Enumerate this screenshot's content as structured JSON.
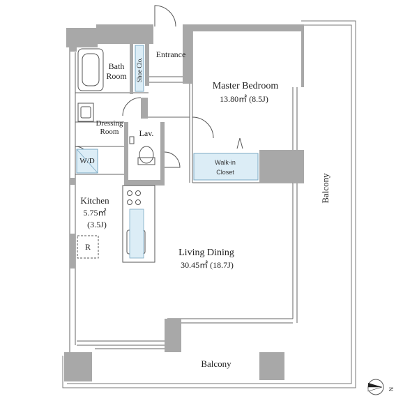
{
  "rooms": {
    "bath": {
      "line1": "Bath",
      "line2": "Room"
    },
    "shoe_closet": {
      "label": "Shoe Clo."
    },
    "entrance": {
      "label": "Entrance"
    },
    "master_bedroom": {
      "name": "Master Bedroom",
      "area": "13.80㎡ (8.5J)"
    },
    "dressing_room": {
      "line1": "Dressing",
      "line2": "Room"
    },
    "lavatory": {
      "label": "Lav."
    },
    "washer_dryer": {
      "label": "W/D"
    },
    "walk_in_closet": {
      "line1": "Walk-in",
      "line2": "Closet"
    },
    "kitchen": {
      "name": "Kitchen",
      "area": "5.75㎡",
      "tatami": "(3.5J)"
    },
    "refrigerator": {
      "label": "R"
    },
    "living_dining": {
      "name": "Living Dining",
      "area": "30.45㎡ (18.7J)"
    },
    "balcony_right": {
      "label": "Balcony"
    },
    "balcony_bottom": {
      "label": "Balcony"
    }
  },
  "compass": {
    "label": "N"
  },
  "colors": {
    "wall": "#a8a8a8",
    "line": "#555555",
    "fixture": "#dcedf6",
    "fixture_stroke": "#7aa9c4"
  }
}
